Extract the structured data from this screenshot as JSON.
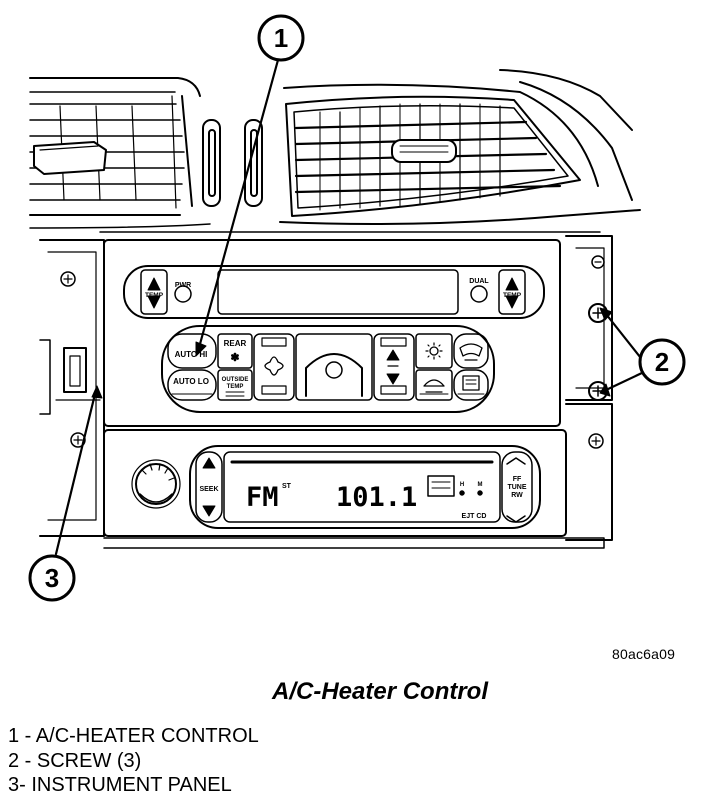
{
  "figure_id": "80ac6a09",
  "caption": "A/C-Heater Control",
  "callouts": [
    {
      "number": "1",
      "label": "1 - A/C-HEATER CONTROL"
    },
    {
      "number": "2",
      "label": "2 - SCREW (3)"
    },
    {
      "number": "3",
      "label": "3- INSTRUMENT PANEL"
    }
  ],
  "hvac_panel": {
    "pwr": "PWR",
    "dual": "DUAL",
    "temp": "TEMP",
    "auto_hi": "AUTO HI",
    "auto_lo": "AUTO LO",
    "rear": "REAR",
    "outside_temp_line1": "OUTSIDE",
    "outside_temp_line2": "TEMP"
  },
  "radio": {
    "seek": "SEEK",
    "band": "FM",
    "stereo": "ST",
    "frequency": "101.1",
    "ff": "FF",
    "tune": "TUNE",
    "rw": "RW",
    "eject": "EJT CD",
    "ind_h": "H",
    "ind_m": "M"
  }
}
